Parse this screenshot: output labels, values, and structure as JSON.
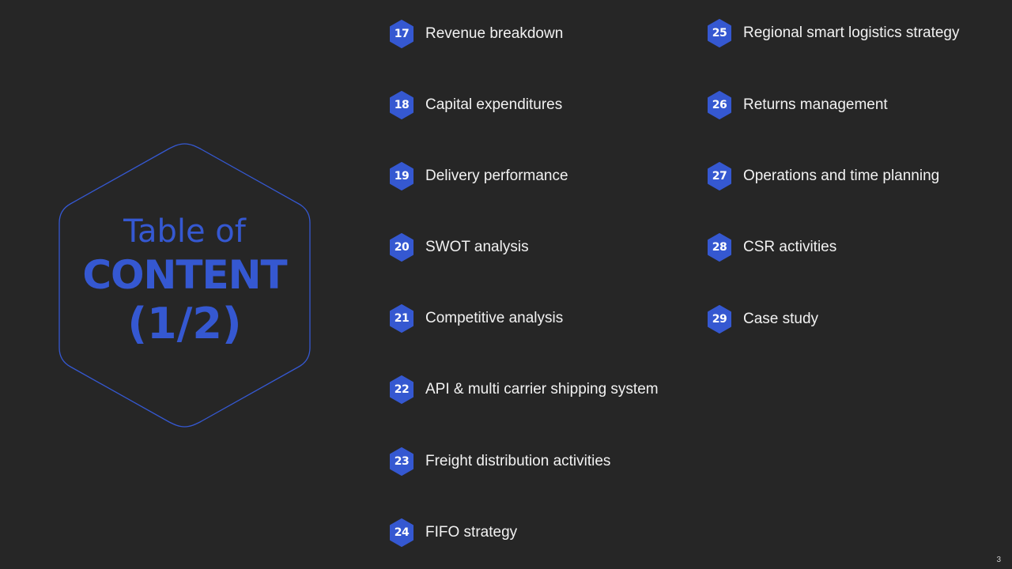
{
  "title": {
    "line1": "Table of",
    "line2": "CONTENT",
    "line3": "(1/2)"
  },
  "colors": {
    "background": "#262626",
    "accent": "#3558d1",
    "text": "#f2f2f2"
  },
  "toc_left": [
    {
      "number": "17",
      "label": "Revenue breakdown"
    },
    {
      "number": "18",
      "label": "Capital expenditures"
    },
    {
      "number": "19",
      "label": "Delivery performance"
    },
    {
      "number": "20",
      "label": "SWOT analysis"
    },
    {
      "number": "21",
      "label": "Competitive analysis"
    },
    {
      "number": "22",
      "label": "API & multi carrier shipping system"
    },
    {
      "number": "23",
      "label": "Freight distribution activities"
    },
    {
      "number": "24",
      "label": "FIFO strategy"
    }
  ],
  "toc_right": [
    {
      "number": "25",
      "label": "Regional smart logistics strategy"
    },
    {
      "number": "26",
      "label": "Returns management"
    },
    {
      "number": "27",
      "label": "Operations and time planning"
    },
    {
      "number": "28",
      "label": "CSR activities"
    },
    {
      "number": "29",
      "label": "Case study"
    }
  ],
  "page_number": "3",
  "icons": {
    "badge": "hexagon-icon",
    "frame": "hexagon-frame-icon"
  }
}
